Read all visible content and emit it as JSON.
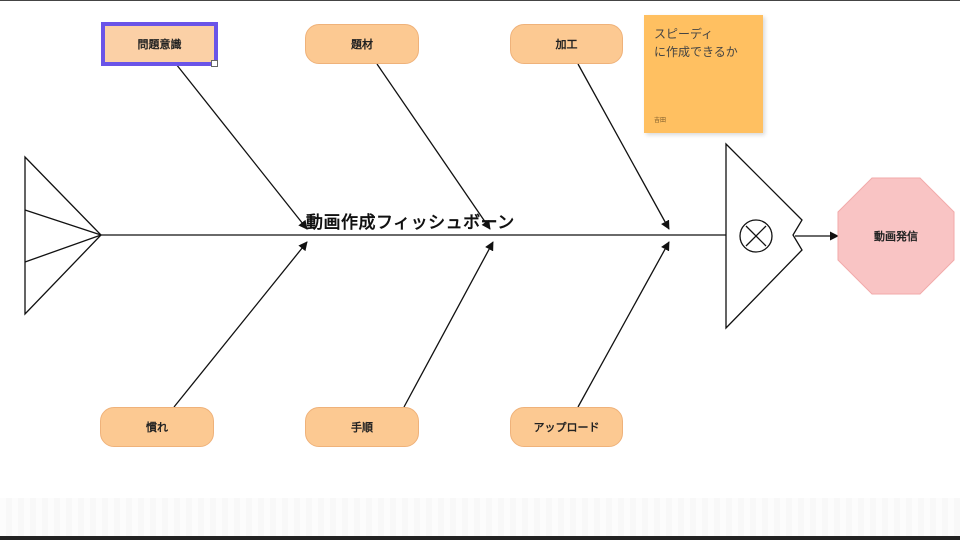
{
  "diagram": {
    "title": "動画作成フィッシュボーン",
    "effect": "動画発信",
    "causes_top": [
      {
        "label": "問題意識",
        "selected": true
      },
      {
        "label": "題材"
      },
      {
        "label": "加工"
      }
    ],
    "causes_bottom": [
      {
        "label": "慣れ"
      },
      {
        "label": "手順"
      },
      {
        "label": "アップロード"
      }
    ],
    "sticky_note": {
      "line1": "スピーディ",
      "line2": "に作成できるか",
      "author": "吉田"
    },
    "colors": {
      "cause_fill": "#fcc992",
      "sticky_fill": "#ffc061",
      "effect_fill": "#f9c4c4",
      "selection": "#6a54e8",
      "line": "#111111"
    },
    "icons": {
      "junction": "circle-x-icon"
    }
  }
}
